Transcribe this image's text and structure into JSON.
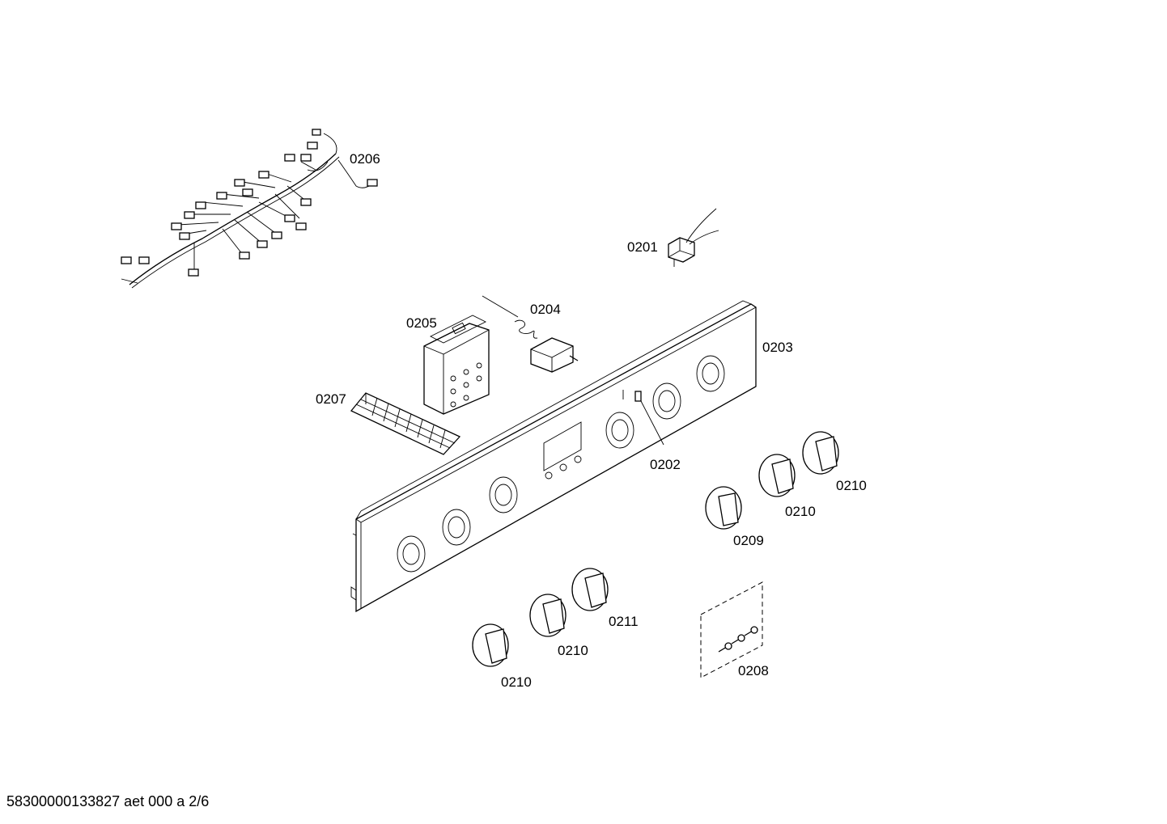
{
  "labels": {
    "harness": "0206",
    "sensor": "0201",
    "thermostat": "0204",
    "module": "0205",
    "panel": "0203",
    "terminal_block": "0207",
    "panel_clip": "0202",
    "knob_right_1": "0210",
    "knob_right_2": "0210",
    "knob_right_small": "0209",
    "knob_bottom_1": "0211",
    "knob_bottom_2": "0210",
    "knob_bottom_3": "0210",
    "screws": "0208"
  },
  "footer": {
    "text": "58300000133827 aet 000 a 2/6"
  }
}
